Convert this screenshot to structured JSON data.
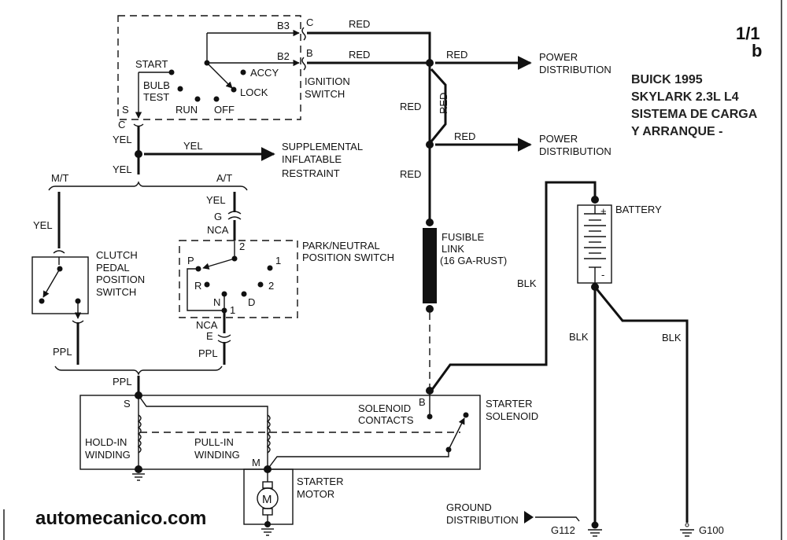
{
  "page": {
    "number": "1/1",
    "sub": "b"
  },
  "title": {
    "line1": "BUICK 1995",
    "line2": "SKYLARK  2.3L L4",
    "line3": "SISTEMA DE CARGA",
    "line4": "Y ARRANQUE -"
  },
  "watermark": "automecanico.com",
  "ignition_switch": {
    "name1": "IGNITION",
    "name2": "SWITCH",
    "positions": {
      "start": "START",
      "bulb": "BULB",
      "test": "TEST",
      "run": "RUN",
      "off": "OFF",
      "lock": "LOCK",
      "accy": "ACCY"
    },
    "terminals": {
      "b3": "B3",
      "b2": "B2",
      "c": "C",
      "b": "B",
      "s": "S",
      "c_bottom": "C"
    }
  },
  "wires": {
    "red": "RED",
    "yel": "YEL",
    "blk": "BLK",
    "ppl": "PPL"
  },
  "destinations": {
    "power_dist_1": [
      "POWER",
      "DISTRIBUTION"
    ],
    "power_dist_2": [
      "POWER",
      "DISTRIBUTION"
    ],
    "sir": [
      "SUPPLEMENTAL",
      "INFLATABLE",
      "RESTRAINT"
    ],
    "ground_dist": [
      "GROUND",
      "DISTRIBUTION"
    ]
  },
  "transmission": {
    "mt": "M/T",
    "at": "A/T"
  },
  "clutch_switch": [
    "CLUTCH",
    "PEDAL",
    "POSITION",
    "SWITCH"
  ],
  "pn_switch": {
    "name": [
      "PARK/NEUTRAL",
      "POSITION SWITCH"
    ],
    "conn_top": {
      "g": "G",
      "nca": "NCA",
      "pin": "2"
    },
    "conn_bottom": {
      "nca": "NCA",
      "e": "E",
      "pin": "1"
    },
    "positions": {
      "p": "P",
      "r": "R",
      "n": "N",
      "d": "D",
      "one": "1",
      "two": "2"
    }
  },
  "fusible_link": [
    "FUSIBLE",
    "LINK",
    "(16 GA-RUST)"
  ],
  "battery": {
    "name": "BATTERY",
    "plus": "+",
    "minus": "-"
  },
  "starter_solenoid": {
    "name": [
      "STARTER",
      "SOLENOID"
    ],
    "contacts": [
      "SOLENOID",
      "CONTACTS"
    ],
    "terminal_b": "B",
    "terminal_s": "S",
    "terminal_m": "M",
    "hold_in": [
      "HOLD-IN",
      "WINDING"
    ],
    "pull_in": [
      "PULL-IN",
      "WINDING"
    ]
  },
  "starter_motor": {
    "name": [
      "STARTER",
      "MOTOR"
    ],
    "symbol": "M"
  },
  "grounds": {
    "g112": "G112",
    "g100": "G100"
  }
}
